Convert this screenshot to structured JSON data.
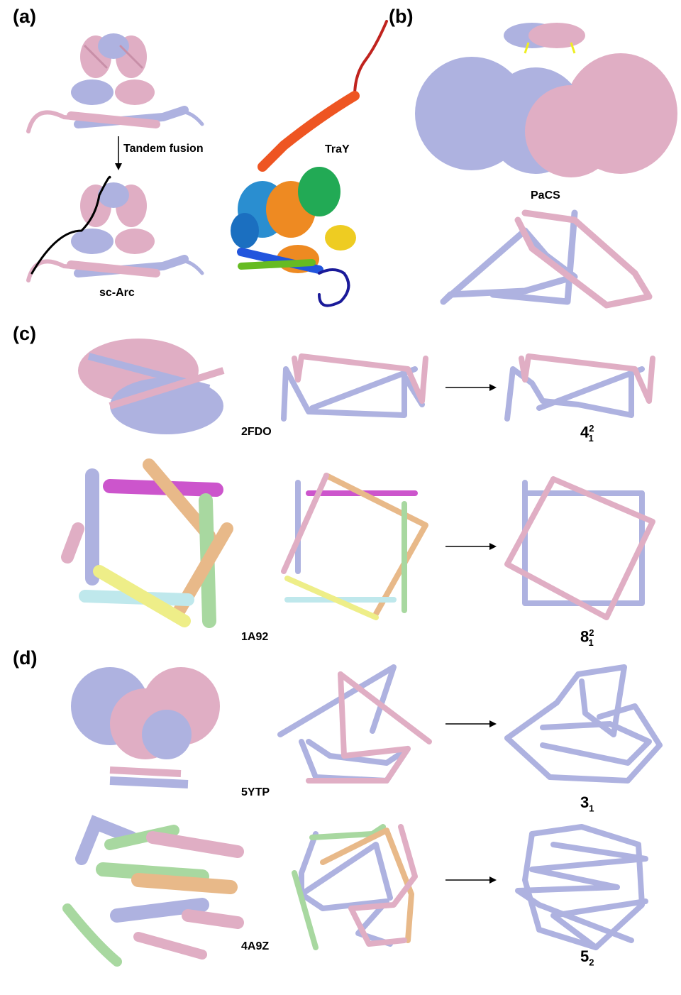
{
  "panels": {
    "a": {
      "label": "(a)",
      "arrow_text": "Tandem fusion",
      "top_caption": "TraY",
      "bottom_caption": "sc-Arc"
    },
    "b": {
      "label": "(b)",
      "caption": "PaCS"
    },
    "c": {
      "label": "(c)",
      "rows": [
        {
          "pdb": "2FDO",
          "knot_main": "4",
          "knot_sup": "2",
          "knot_sub": "1"
        },
        {
          "pdb": "1A92",
          "knot_main": "8",
          "knot_sup": "2",
          "knot_sub": "1"
        }
      ]
    },
    "d": {
      "label": "(d)",
      "rows": [
        {
          "pdb": "5YTP",
          "knot_main": "3",
          "knot_sub": "1"
        },
        {
          "pdb": "4A9Z",
          "knot_main": "5",
          "knot_sub": "2"
        }
      ]
    }
  },
  "colors": {
    "chain_a": "#aeb2e0",
    "chain_b": "#e0aec4",
    "magenta": "#cc55cc",
    "orange": "#e8b989",
    "green": "#a8d8a0",
    "yellow": "#eeee88",
    "cyan": "#bfe8ec",
    "black": "#000000"
  },
  "icons": [
    "protein-cartoon",
    "knot-tube-diagram",
    "arrow-right",
    "arrow-down"
  ]
}
